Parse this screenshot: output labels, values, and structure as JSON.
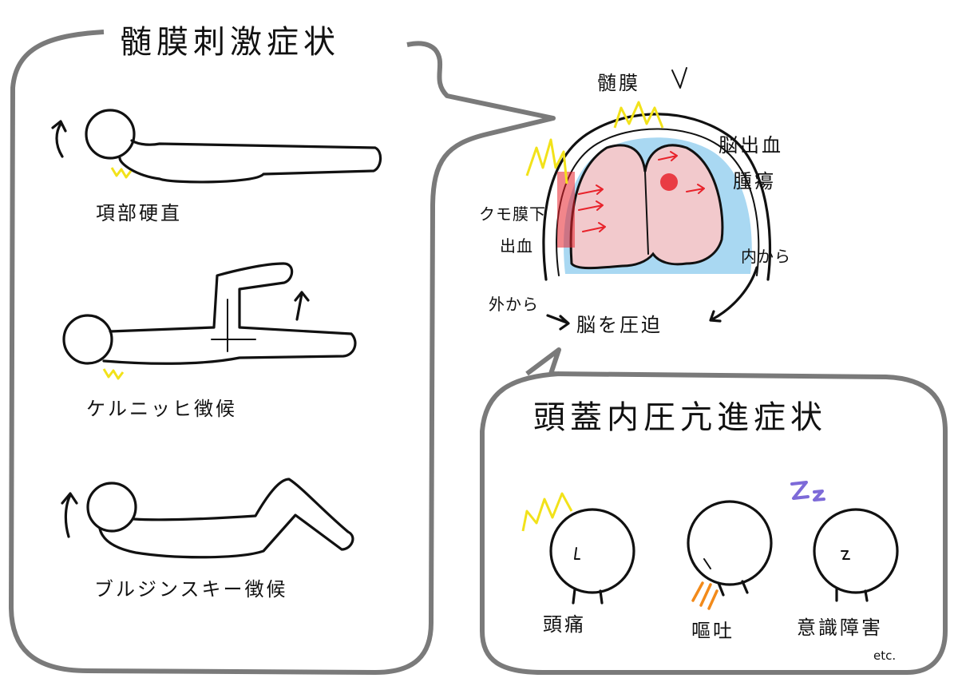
{
  "meningeal": {
    "title": "髄膜刺激症状",
    "signs": [
      {
        "label": "項部硬直"
      },
      {
        "label": "ケルニッヒ徴候"
      },
      {
        "label": "ブルジンスキー徴候"
      }
    ]
  },
  "brain": {
    "meninges": "髄膜",
    "hemorrhage": "脳出血",
    "tumor": "腫瘍",
    "sah_line1": "クモ膜下",
    "sah_line2": "出血",
    "from_outside": "外から",
    "from_inside": "内から",
    "compress": "脳を圧迫"
  },
  "icp": {
    "title": "頭蓋内圧亢進症状",
    "symptoms": [
      {
        "label": "頭痛"
      },
      {
        "label": "嘔吐"
      },
      {
        "label": "意識障害"
      }
    ],
    "etc": "etc."
  },
  "colors": {
    "bubble_border": "#7a7a7a",
    "brain_fill": "#f2c9cc",
    "csf_fill": "#a9d8f2",
    "accent_yellow": "#f2e21a",
    "accent_red": "#e8232b",
    "accent_orange": "#f28a1a",
    "accent_purple": "#7d6ad8"
  }
}
